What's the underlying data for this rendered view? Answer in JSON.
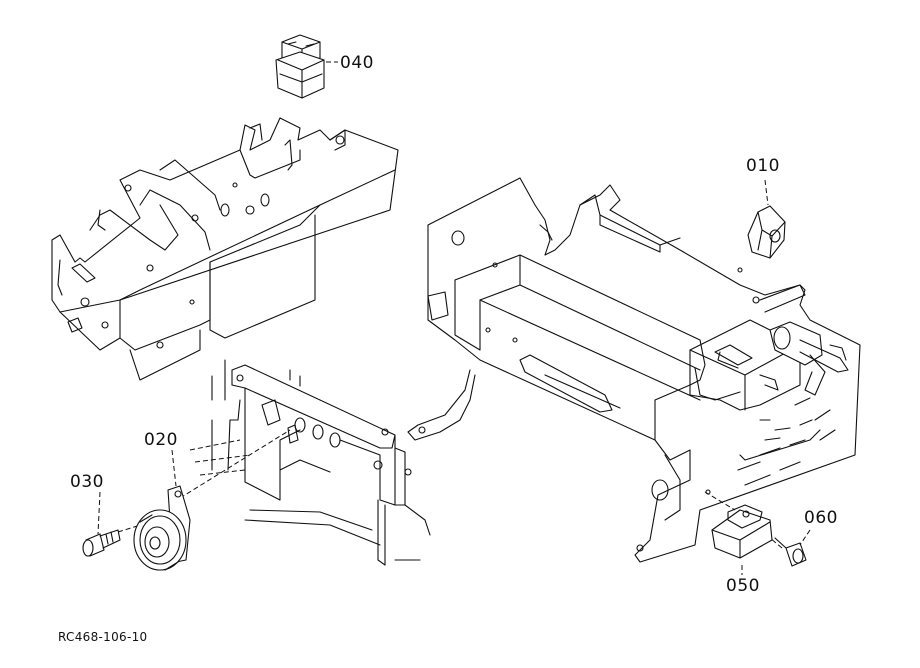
{
  "parts": [
    {
      "id": "010",
      "label": "010"
    },
    {
      "id": "020",
      "label": "020"
    },
    {
      "id": "030",
      "label": "030"
    },
    {
      "id": "040",
      "label": "040"
    },
    {
      "id": "050",
      "label": "050"
    },
    {
      "id": "060",
      "label": "060"
    }
  ],
  "drawing_code": "RC468-106-10"
}
